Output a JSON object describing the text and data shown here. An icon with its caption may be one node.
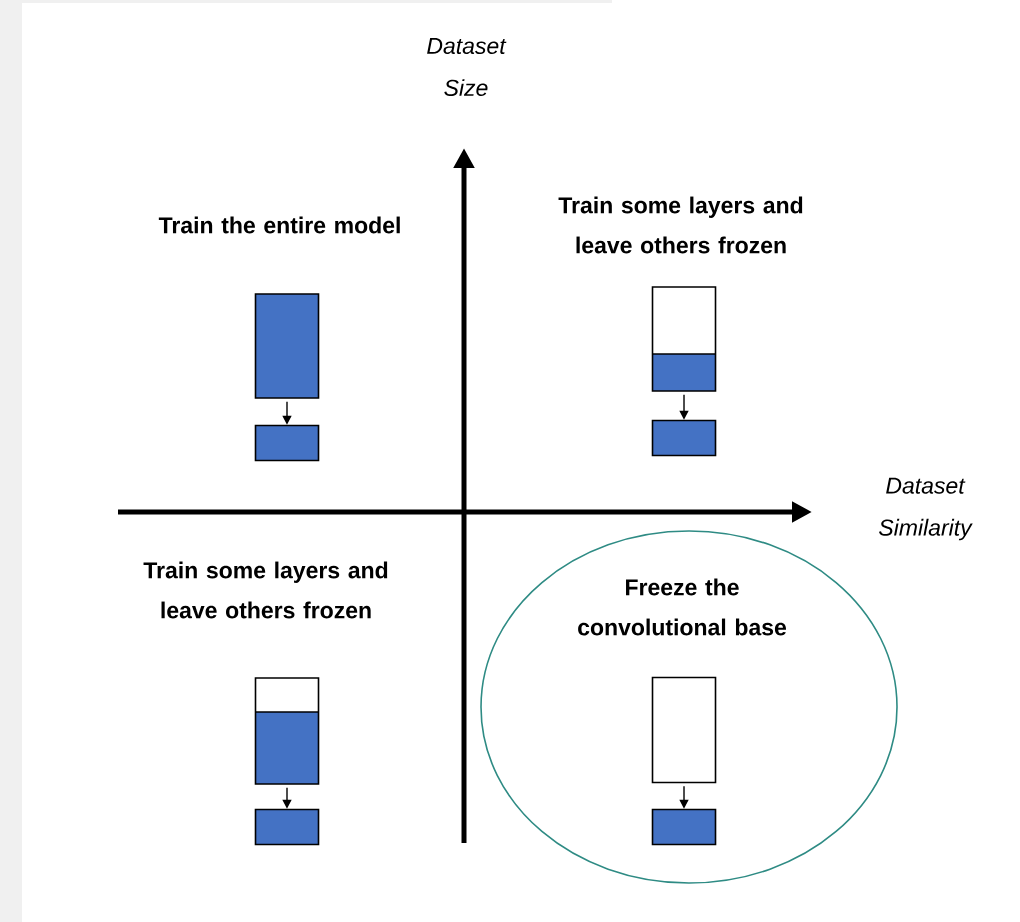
{
  "diagram": {
    "nodes": [
      {
        "text": [],
        "shape": "box"
      },
      {
        "text": [],
        "shape": "box"
      },
      {
        "text": [],
        "shape": "box"
      },
      {
        "text": [],
        "shape": "box"
      },
      {
        "text": [],
        "shape": "box"
      },
      {
        "text": [],
        "shape": "box"
      },
      {
        "text": [
          "Freeze the convolutional base"
        ]
      },
      {
        "text": [],
        "shape": "box",
        "in": 6
      },
      {
        "text": [],
        "shape": "box",
        "in": 6
      }
    ],
    "edges": [
      {
        "from": 0,
        "to": 1,
        "arrow": "to"
      },
      {
        "from": 2,
        "to": 3,
        "arrow": "to"
      },
      {
        "from": 4,
        "to": 5,
        "arrow": "to"
      },
      {
        "from": 7,
        "to": 8,
        "arrow": "to"
      }
    ],
    "labels": [
      "Dataset Size",
      "Train the entire model",
      "Train some layers and leave others frozen",
      "Dataset Similarity",
      "Train some layers and leave others frozen"
    ]
  }
}
